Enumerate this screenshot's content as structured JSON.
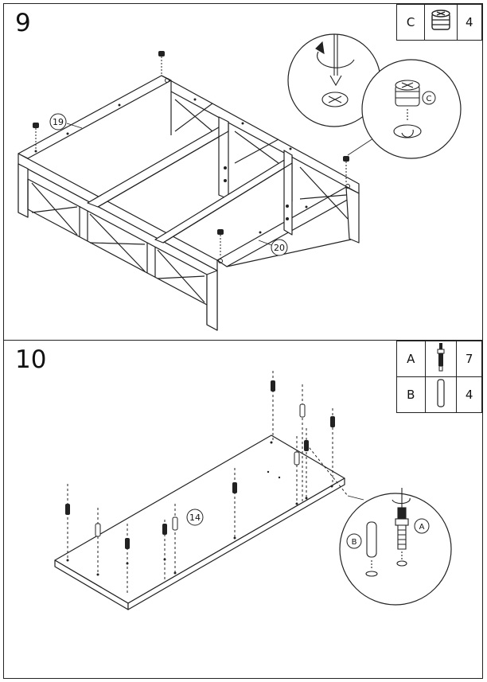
{
  "steps": [
    {
      "number": "9",
      "parts": [
        {
          "letter": "C",
          "icon": "cam-lock-icon",
          "qty": "4"
        }
      ],
      "callouts": {
        "panel_a": "19",
        "panel_b": "20",
        "detail_letter": "C"
      }
    },
    {
      "number": "10",
      "parts": [
        {
          "letter": "A",
          "icon": "cam-bolt-icon",
          "qty": "7"
        },
        {
          "letter": "B",
          "icon": "wooden-dowel-icon",
          "qty": "4"
        }
      ],
      "callouts": {
        "panel": "14",
        "detail_a": "A",
        "detail_b": "B"
      }
    }
  ]
}
